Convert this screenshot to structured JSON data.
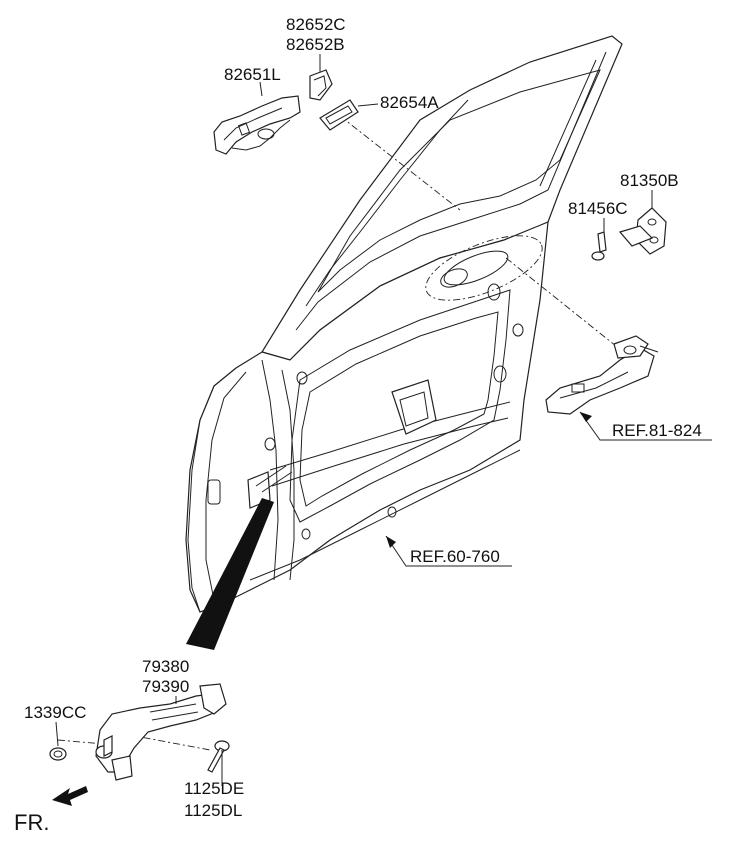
{
  "labels": {
    "p82652c": "82652C",
    "p82652b": "82652B",
    "p82651l": "82651L",
    "p82654a": "82654A",
    "p81350b": "81350B",
    "p81456c": "81456C",
    "ref81824": "REF.81-824",
    "ref60760": "REF.60-760",
    "p79380": "79380",
    "p79390": "79390",
    "p1339cc": "1339CC",
    "p1125de": "1125DE",
    "p1125dl": "1125DL",
    "fr": "FR."
  }
}
